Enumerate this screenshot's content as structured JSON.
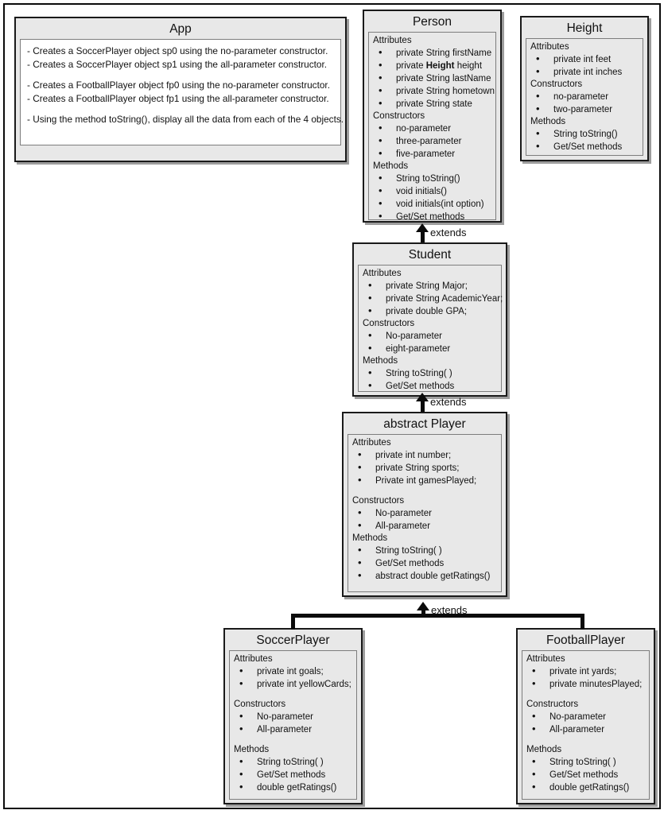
{
  "diagram": {
    "title": "UML Class Diagram",
    "relationship_label": "extends",
    "box_fill": "#e8e8e8",
    "border_color": "#1a1a1a",
    "page_background": "#ffffff"
  },
  "classes": {
    "app": {
      "name": "App",
      "lines": [
        "- Creates a SoccerPlayer object sp0 using the no-parameter constructor.",
        "- Creates a SoccerPlayer object sp1 using the all-parameter constructor.",
        "",
        "- Creates a FootballPlayer object fp0 using the no-parameter constructor.",
        "- Creates a FootballPlayer object fp1 using the all-parameter constructor.",
        "",
        "- Using the method toString(), display all the data from each of the 4 objects."
      ]
    },
    "person": {
      "name": "Person",
      "sections": [
        {
          "heading": "Attributes",
          "items": [
            "private String firstName",
            "private String lastName",
            "private Height height",
            "private String hometown",
            "private String state"
          ]
        },
        {
          "heading": "Constructors",
          "items": [
            "no-parameter",
            "three-parameter",
            "five-parameter"
          ]
        },
        {
          "heading": "Methods",
          "items": [
            "String toString()",
            "void initials()",
            "void initials(int option)",
            "Get/Set methods"
          ]
        }
      ]
    },
    "height": {
      "name": "Height",
      "sections": [
        {
          "heading": "Attributes",
          "items": [
            "private int feet",
            "private int inches"
          ]
        },
        {
          "heading": "Constructors",
          "items": [
            "no-parameter",
            "two-parameter"
          ]
        },
        {
          "heading": "Methods",
          "items": [
            "String toString()",
            "Get/Set methods"
          ]
        }
      ]
    },
    "student": {
      "name": "Student",
      "sections": [
        {
          "heading": "Attributes",
          "items": [
            "private String Major;",
            "private String AcademicYear;",
            "private double GPA;"
          ]
        },
        {
          "heading": "Constructors",
          "items": [
            "No-parameter",
            "eight-parameter"
          ]
        },
        {
          "heading": "Methods",
          "items": [
            "String toString( )",
            "Get/Set methods"
          ]
        }
      ]
    },
    "player": {
      "name": "abstract Player",
      "sections": [
        {
          "heading": "Attributes",
          "items": [
            "private int number;",
            "private String sports;",
            "Private int gamesPlayed;"
          ]
        },
        {
          "heading": "Constructors",
          "items": [
            "No-parameter",
            "All-parameter"
          ]
        },
        {
          "heading": "Methods",
          "items": [
            "String toString( )",
            "Get/Set methods",
            "abstract double getRatings()"
          ]
        }
      ]
    },
    "soccer_player": {
      "name": "SoccerPlayer",
      "sections": [
        {
          "heading": "Attributes",
          "items": [
            "private int goals;",
            "private int yellowCards;"
          ]
        },
        {
          "heading": "Constructors",
          "items": [
            "No-parameter",
            "All-parameter"
          ]
        },
        {
          "heading": "Methods",
          "items": [
            "String toString( )",
            "Get/Set methods",
            "double getRatings()"
          ]
        }
      ]
    },
    "football_player": {
      "name": "FootballPlayer",
      "sections": [
        {
          "heading": "Attributes",
          "items": [
            "private int yards;",
            "private minutesPlayed;"
          ]
        },
        {
          "heading": "Constructors",
          "items": [
            "No-parameter",
            "All-parameter"
          ]
        },
        {
          "heading": "Methods",
          "items": [
            "String toString( )",
            "Get/Set methods",
            "double getRatings()"
          ]
        }
      ]
    }
  },
  "relationships": [
    {
      "from": "Student",
      "to": "Person",
      "label": "extends"
    },
    {
      "from": "abstract Player",
      "to": "Student",
      "label": "extends"
    },
    {
      "from": "SoccerPlayer",
      "to": "abstract Player",
      "label": "extends"
    },
    {
      "from": "FootballPlayer",
      "to": "abstract Player",
      "label": "extends"
    }
  ]
}
